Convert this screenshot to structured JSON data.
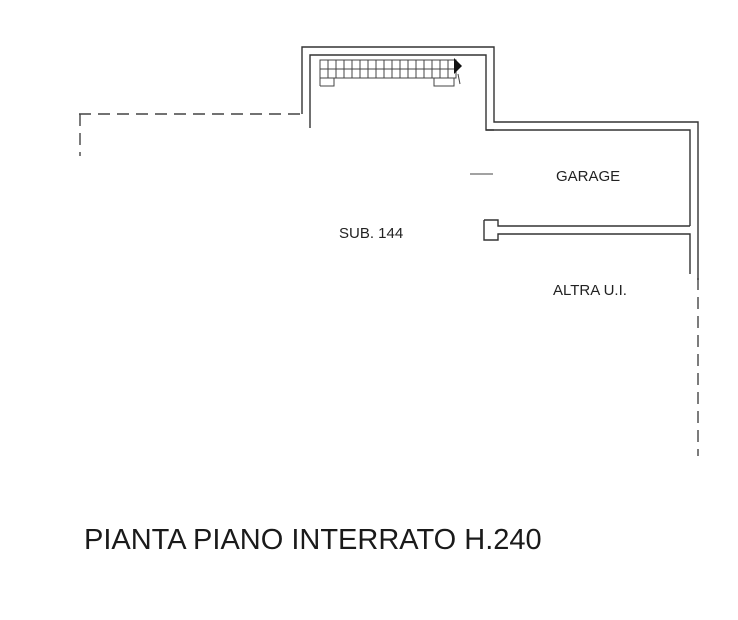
{
  "rooms": {
    "garage": "GARAGE",
    "sub": "SUB. 144",
    "other_unit": "ALTRA U.I."
  },
  "title": "PIANTA PIANO INTERRATO H.240"
}
